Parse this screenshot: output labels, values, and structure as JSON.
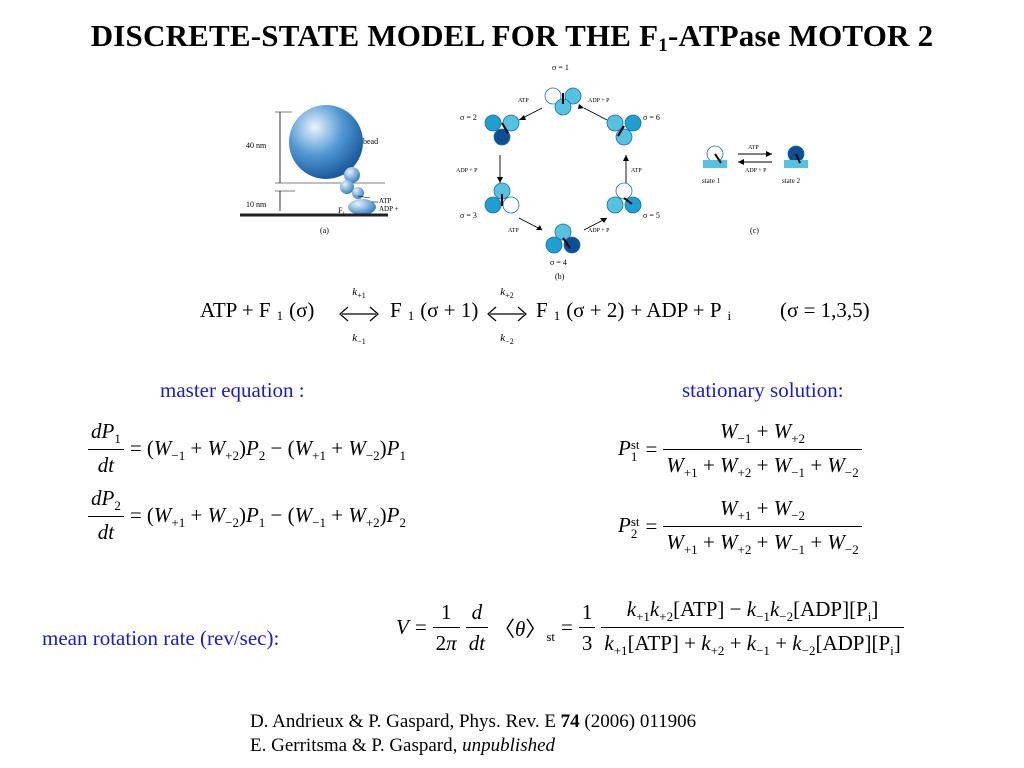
{
  "title": {
    "main": "DISCRETE-STATE MODEL FOR THE F",
    "sub": "1",
    "rest": "-ATPase MOTOR 2"
  },
  "figure_a": {
    "height_top": "40 nm",
    "height_bottom": "10 nm",
    "bead_label": "bead",
    "f1_label": "F",
    "f1_sub": "1",
    "atp_label": "ATP",
    "adp_label": "ADP + P",
    "adp_sub": "i",
    "caption": "(a)"
  },
  "figure_b": {
    "states": [
      "σ = 1",
      "σ = 2",
      "σ = 3",
      "σ = 4",
      "σ = 5",
      "σ = 6"
    ],
    "labels": {
      "top_left": "ATP",
      "top_right": "ADP + P",
      "left": "ADP + P",
      "right": "ATP",
      "bottom_left": "ATP",
      "bottom_right": "ADP + P"
    },
    "caption": "(b)"
  },
  "figure_c": {
    "atp": "ATP",
    "adp": "ADP + P",
    "state1": "state 1",
    "state2": "state 2",
    "caption": "(c)"
  },
  "reaction": {
    "k_plus1": "k",
    "k_plus1_sub": "+1",
    "k_minus1": "k",
    "k_minus1_sub": "−1",
    "k_plus2": "k",
    "k_plus2_sub": "+2",
    "k_minus2": "k",
    "k_minus2_sub": "−2",
    "lhs": "ATP + F",
    "mid": "F",
    "rhs_a": "F",
    "rhs_b": "+ ADP + P",
    "rhs_sub": "i",
    "sigma_arg": "(σ)",
    "sigma_plus1": "(σ + 1)",
    "sigma_plus2": "(σ + 2)",
    "condition": "(σ = 1,3,5)"
  },
  "labels": {
    "master_equation": "master equation :",
    "stationary_solution": "stationary solution:",
    "mean_rotation": "mean rotation rate (rev/sec):"
  },
  "references": {
    "line1_prefix": "D. Andrieux & P. Gaspard, Phys. Rev. E ",
    "line1_volume": "74",
    "line1_suffix": " (2006) 011906",
    "line2_prefix": "E. Gerritsma & P. Gaspard, ",
    "line2_italic": "unpublished"
  }
}
